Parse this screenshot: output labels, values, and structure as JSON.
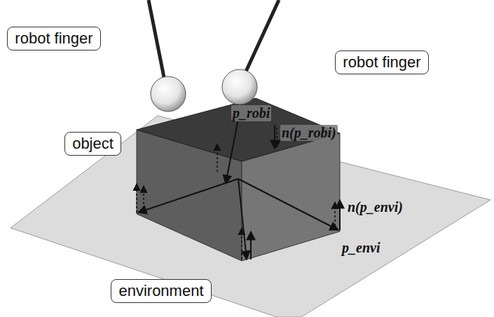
{
  "diagram": {
    "nodes": [
      {
        "text": [
          "robot finger"
        ]
      },
      {
        "text": [
          "robot finger"
        ]
      },
      {
        "text": [
          "object"
        ]
      },
      {
        "text": [
          "environment"
        ]
      }
    ],
    "labels": [
      "p_robi",
      "n(p_robi)",
      "n(p_envi)",
      "p_envi"
    ]
  }
}
